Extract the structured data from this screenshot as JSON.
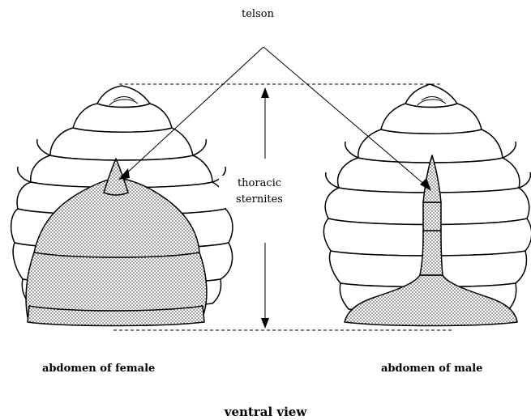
{
  "labels": {
    "telson": "telson",
    "thoracic_sternites": [
      "thoracic",
      "sternites"
    ],
    "female_caption": "abdomen of female",
    "male_caption": "abdomen of male",
    "view_caption": "ventral view"
  },
  "colors": {
    "ink": "#000000",
    "shell": "#ffffff",
    "abdomen_stipple": "#8a8a8a",
    "background": "#ffffff"
  }
}
